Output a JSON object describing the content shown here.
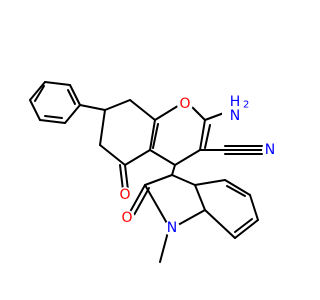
{
  "molecule": {
    "colors": {
      "bond": "#000000",
      "oxygen": "#ff0000",
      "nitrogen": "#0000ff",
      "background": "#ffffff"
    },
    "labels": {
      "ring_oxygen": "O",
      "ketone_oxygen": "O",
      "lactam_oxygen": "O",
      "amino_h": "H",
      "amino_h_count": "2",
      "amino_n": "N",
      "nitrile_n": "N",
      "indole_n": "N"
    }
  }
}
